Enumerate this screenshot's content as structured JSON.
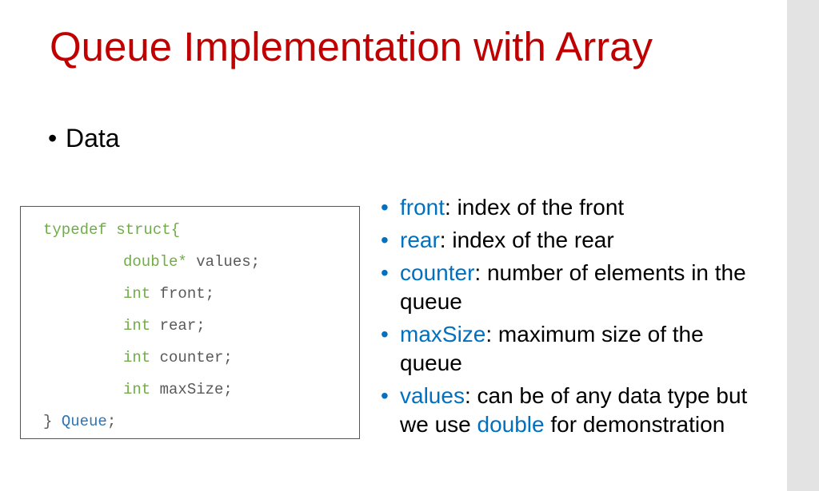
{
  "slide": {
    "title": "Queue Implementation with Array",
    "top_bullet": "Data",
    "bullet_glyph": "•"
  },
  "code": {
    "lines": [
      {
        "parts": [
          "typedef struct{"
        ]
      },
      {
        "parts": [
          "double*",
          " values;"
        ]
      },
      {
        "parts": [
          "int",
          " front;"
        ]
      },
      {
        "parts": [
          "int",
          " rear;"
        ]
      },
      {
        "parts": [
          "int",
          " counter;"
        ]
      },
      {
        "parts": [
          "int",
          " maxSize;"
        ]
      },
      {
        "parts": [
          "} ",
          "Queue",
          ";"
        ]
      }
    ]
  },
  "fields": [
    {
      "term": "front",
      "desc": ": index of the front"
    },
    {
      "term": "rear",
      "desc": ": index of the rear"
    },
    {
      "term": "counter",
      "desc": ": number of elements in the queue"
    },
    {
      "term": "maxSize",
      "desc": ": maximum size of the queue"
    },
    {
      "term": "values",
      "desc": ": can be of any data type but we use ",
      "highlight": "double",
      "desc_end": " for demonstration"
    }
  ],
  "colors": {
    "title": "#c00000",
    "accent_blue": "#0070c0",
    "code_keyword": "#70ad47",
    "code_type": "#2e75b6",
    "code_plain": "#595959",
    "margin_gray": "#e3e3e3"
  }
}
